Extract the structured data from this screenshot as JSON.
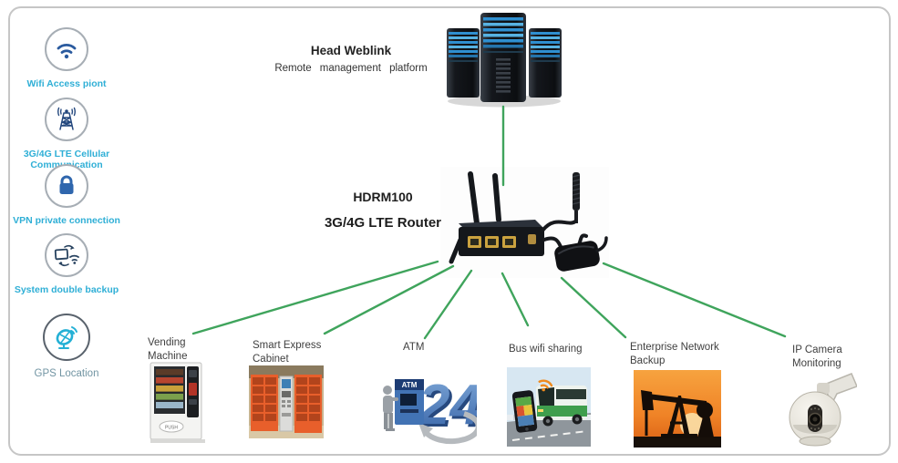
{
  "colors": {
    "accent_teal": "#2fafd6",
    "muted_teal": "#7295a3",
    "line_green": "#3fa45c",
    "icon_navy": "#2a5a9e",
    "lock_blue": "#2f66ad",
    "gps_cyan": "#24b0d5"
  },
  "sidebar": {
    "items": [
      {
        "icon": "wifi-icon",
        "label": "Wifi Access piont"
      },
      {
        "icon": "cellular-tower-icon",
        "label": "3G/4G LTE Cellular Communication"
      },
      {
        "icon": "vpn-lock-icon",
        "label": "VPN private connection"
      },
      {
        "icon": "double-backup-icon",
        "label": "System double backup"
      },
      {
        "icon": "gps-satellite-icon",
        "label": "GPS Location"
      }
    ]
  },
  "head": {
    "title": "Head Weblink",
    "subtitle": "Remote management platform"
  },
  "router": {
    "model": "HDRM100",
    "type": "3G/4G LTE Router"
  },
  "endpoints": [
    {
      "label": "Vending Machine"
    },
    {
      "label": "Smart Express Cabinet"
    },
    {
      "label": "ATM"
    },
    {
      "label": "Bus wifi sharing"
    },
    {
      "label": "Enterprise Network Backup"
    },
    {
      "label": "IP Camera Monitoring"
    }
  ],
  "illustrations": {
    "vending_push": "PUSH",
    "atm_sign": "ATM",
    "atm_24": "24"
  }
}
